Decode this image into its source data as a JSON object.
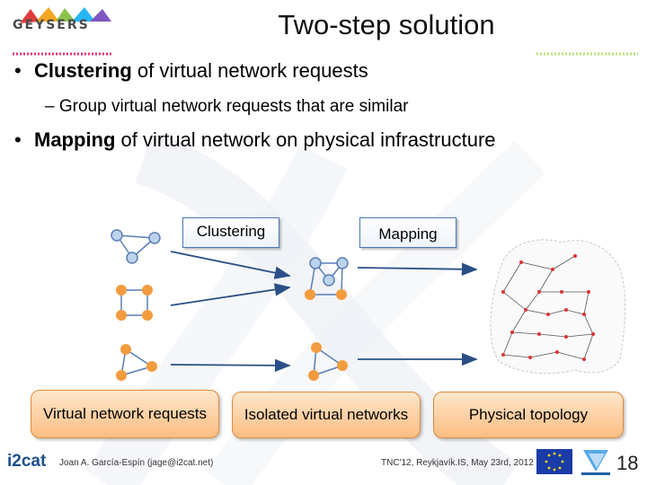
{
  "logo": {
    "text": "GEYSERS"
  },
  "title": "Two-step solution",
  "bullets": [
    {
      "bold": "Clustering",
      "rest": " of virtual network requests"
    },
    {
      "bold": "Mapping",
      "rest": " of virtual network on physical infrastructure"
    }
  ],
  "sub_bullet": {
    "dash": "–",
    "text": "Group virtual network requests that are similar"
  },
  "diagram": {
    "clustering_label": "Clustering",
    "mapping_label": "Mapping",
    "virtual_requests_label": "Virtual network requests",
    "isolated_label": "Isolated virtual networks",
    "physical_label": "Physical topology",
    "colors": {
      "blue_node": "#bcd3ee",
      "orange_node": "#f39c3f",
      "arrow": "#2a4f86"
    }
  },
  "footer": {
    "org_logo_main": "i2cat",
    "author": "Joan A. García-Espín (jage@i2cat.net)",
    "event": "TNC'12, Reykjavík.IS, May 23rd, 2012",
    "page_number": "18"
  }
}
